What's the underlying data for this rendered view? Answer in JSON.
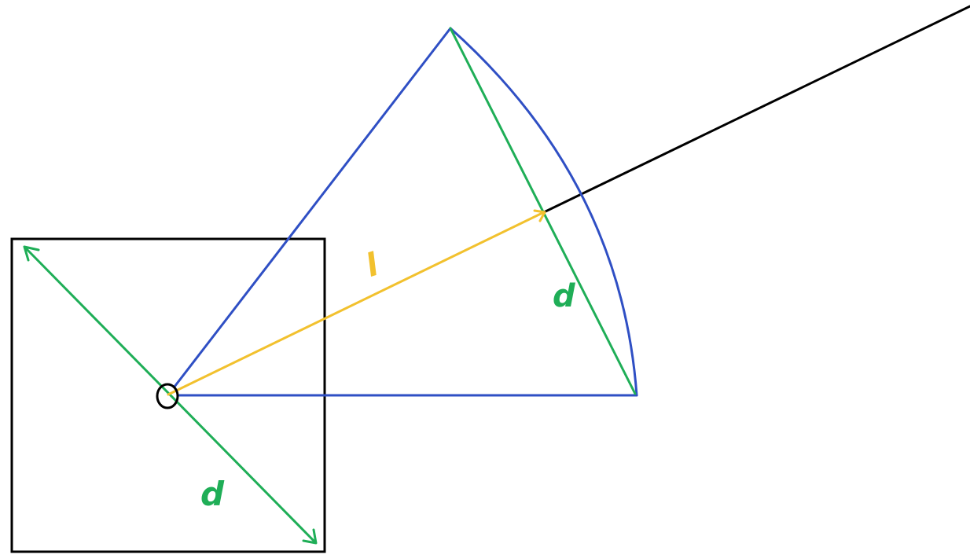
{
  "labels": {
    "square_diagonal": "d",
    "chord": "d",
    "radius": "l"
  },
  "colors": {
    "outline": "#000000",
    "sector": "#2f4fc4",
    "diagonal": "#1fae57",
    "radius": "#f2c12e"
  }
}
